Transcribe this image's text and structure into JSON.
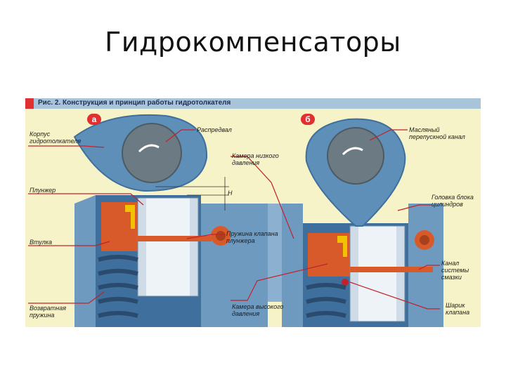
{
  "slide": {
    "title": "Гидрокомпенсаторы"
  },
  "figure": {
    "caption": "Рис. 2. Конструкция и принцип работы гидротолкателя",
    "panel_a": {
      "badge": "а",
      "labels": {
        "camshaft": "Распредвал",
        "body": "Корпус\nгидротолкателя",
        "gap": "H",
        "plunger": "Плунжер",
        "sleeve": "Втулка",
        "valve_spring": "Пружина клапана\nплунжера",
        "return_spring": "Возвратная\nпружина",
        "low_chamber": "Камера низкого\nдавления",
        "high_chamber": "Камера высокого\nдавления"
      }
    },
    "panel_b": {
      "badge": "б",
      "labels": {
        "oil_channel": "Масляный\nперепускной канал",
        "head": "Головка блока\nцилиндров",
        "oil_system": "Канал\nсистемы\nсмазки",
        "ball_valve": "Шарик\nклапана"
      }
    },
    "colors": {
      "background": "#f7f3c8",
      "cam": "#5e8fb8",
      "steel": "#4f7ea8",
      "oil": "#d85a2a",
      "leader": "#c4202a",
      "accent": "#f2c200"
    }
  }
}
